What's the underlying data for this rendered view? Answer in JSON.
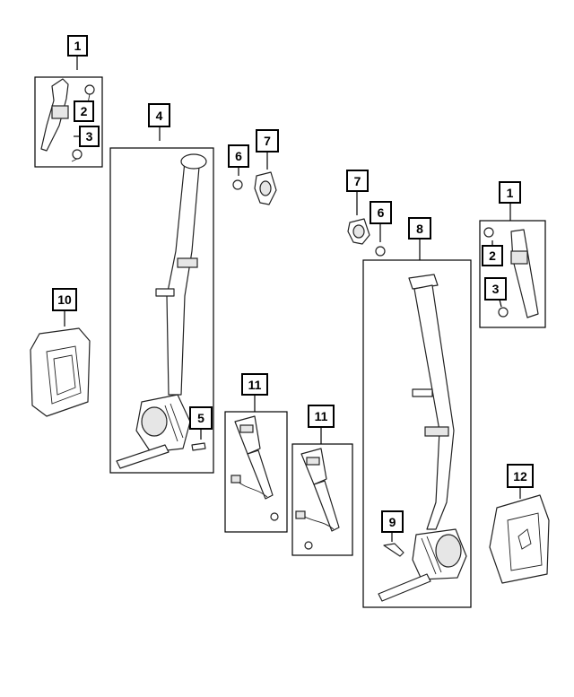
{
  "callouts": {
    "c1_left": "1",
    "c2_left": "2",
    "c3_left": "3",
    "c4": "4",
    "c5": "5",
    "c6_left": "6",
    "c7_left": "7",
    "c7_right": "7",
    "c6_right": "6",
    "c8": "8",
    "c1_right": "1",
    "c2_right": "2",
    "c3_right": "3",
    "c10": "10",
    "c11_left": "11",
    "c11_right": "11",
    "c9": "9",
    "c12": "12"
  }
}
